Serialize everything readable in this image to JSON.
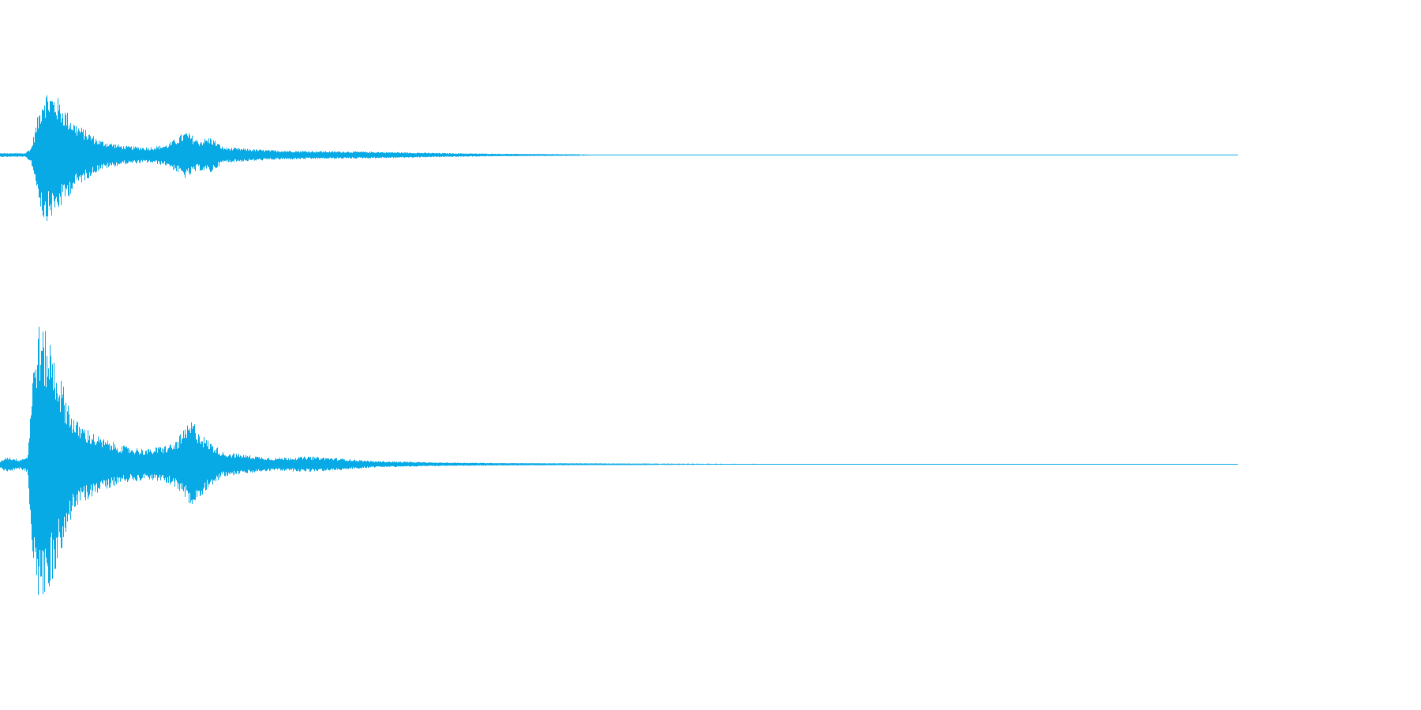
{
  "waveform": {
    "color": "#08aae6",
    "channels": [
      {
        "name": "",
        "peak": 0.52,
        "envelope": [
          [
            0.0,
            0.01
          ],
          [
            0.02,
            0.01
          ],
          [
            0.025,
            0.05
          ],
          [
            0.03,
            0.25
          ],
          [
            0.035,
            0.45
          ],
          [
            0.045,
            0.4
          ],
          [
            0.06,
            0.22
          ],
          [
            0.08,
            0.1
          ],
          [
            0.1,
            0.06
          ],
          [
            0.12,
            0.05
          ],
          [
            0.135,
            0.07
          ],
          [
            0.15,
            0.16
          ],
          [
            0.16,
            0.1
          ],
          [
            0.17,
            0.12
          ],
          [
            0.18,
            0.05
          ],
          [
            0.2,
            0.04
          ],
          [
            0.22,
            0.03
          ],
          [
            0.25,
            0.025
          ],
          [
            0.3,
            0.02
          ],
          [
            0.35,
            0.012
          ],
          [
            0.4,
            0.006
          ],
          [
            0.45,
            0.003
          ],
          [
            0.5,
            0.001
          ],
          [
            1.0,
            0.0
          ]
        ]
      },
      {
        "name": "",
        "peak": 0.98,
        "envelope": [
          [
            0.0,
            0.02
          ],
          [
            0.005,
            0.05
          ],
          [
            0.015,
            0.03
          ],
          [
            0.022,
            0.05
          ],
          [
            0.026,
            0.6
          ],
          [
            0.03,
            0.95
          ],
          [
            0.04,
            0.85
          ],
          [
            0.05,
            0.55
          ],
          [
            0.06,
            0.3
          ],
          [
            0.08,
            0.18
          ],
          [
            0.1,
            0.12
          ],
          [
            0.12,
            0.1
          ],
          [
            0.14,
            0.14
          ],
          [
            0.155,
            0.3
          ],
          [
            0.165,
            0.18
          ],
          [
            0.18,
            0.08
          ],
          [
            0.2,
            0.06
          ],
          [
            0.22,
            0.04
          ],
          [
            0.25,
            0.05
          ],
          [
            0.27,
            0.04
          ],
          [
            0.3,
            0.02
          ],
          [
            0.35,
            0.01
          ],
          [
            0.4,
            0.006
          ],
          [
            0.45,
            0.004
          ],
          [
            0.55,
            0.002
          ],
          [
            1.0,
            0.0
          ]
        ]
      }
    ]
  }
}
